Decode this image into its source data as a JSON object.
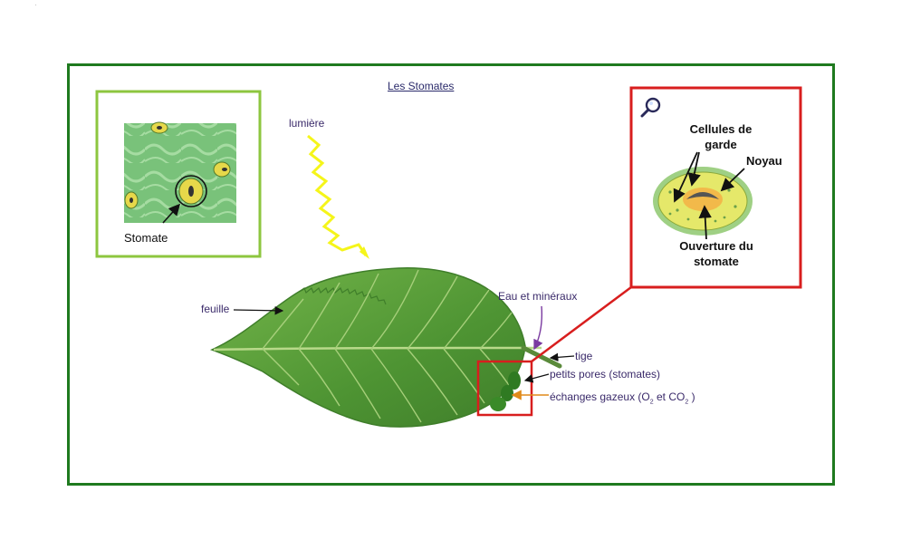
{
  "title": "Les Stomates",
  "labels": {
    "lumiere": "lumière",
    "feuille": "feuille",
    "eau": "Eau et minéraux",
    "tige": "tige",
    "pores": "petits pores (stomates)",
    "echanges_prefix": "échanges gazeux (O",
    "echanges_sub1": "2",
    "echanges_mid": " et CO",
    "echanges_sub2": "2",
    "echanges_suffix": " )"
  },
  "inset_left": {
    "label": "Stomate"
  },
  "inset_right": {
    "cellules": "Cellules de garde",
    "noyau": "Noyau",
    "ouverture": "Ouverture du stomate"
  },
  "colors": {
    "frame": "#1f7a1f",
    "left_inset_border": "#8dc63f",
    "right_inset_border": "#d81e1e",
    "zoom_box": "#d81e1e",
    "light_ray": "#f5f51a",
    "leaf": "#5a9e3a",
    "echanges_arrow": "#e08a1a",
    "eau_arrow": "#7a3aa0"
  },
  "icons": {
    "magnifier": "magnifier-icon"
  }
}
